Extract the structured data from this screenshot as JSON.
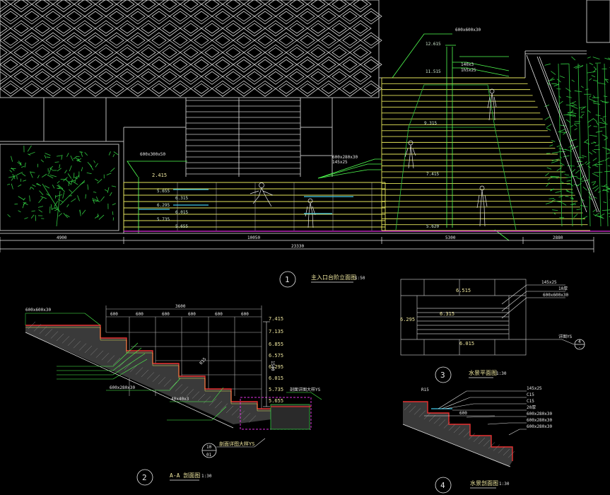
{
  "view1": {
    "title": "主入口台阶立面图",
    "scale": "1:50",
    "number": "1",
    "dims": [
      "4900",
      "10050",
      "5300",
      "2880"
    ],
    "total": "23330",
    "elevations": [
      "2.415",
      "5.655",
      "6.315",
      "6.295",
      "6.015",
      "5.735",
      "5.655",
      "12.615",
      "11.515",
      "9.315",
      "7.415",
      "5.620"
    ],
    "notes": [
      "600x600x30",
      "600x300x50",
      "600x280x30",
      "145x25",
      "1h5x25",
      "140x3"
    ]
  },
  "view2": {
    "title": "A-A 剖面图",
    "scale": "1:30",
    "number": "2",
    "top_dim": "3600",
    "step_dims": [
      "600",
      "600",
      "600",
      "600",
      "600",
      "600"
    ],
    "elevations": [
      "7.415",
      "7.135",
      "6.855",
      "6.575",
      "6.295",
      "6.015",
      "5.735",
      "5.655"
    ],
    "side_dim": "1540",
    "notes": [
      "600x600x30",
      "600x280x30",
      "40x40x3",
      "R15"
    ],
    "callout_label": "剖面详图大样YS",
    "callout_top": "10",
    "callout_bottom": "01"
  },
  "view3": {
    "title": "水景平面图",
    "scale": "1:30",
    "number": "3",
    "elevations": [
      "6.515",
      "6.315",
      "6.295",
      "6.015"
    ],
    "notes": [
      "145x25",
      "10厚",
      "600x600x30"
    ],
    "callout_label": "详图YS",
    "callout_top": "4",
    "callout_bottom": "-"
  },
  "view4": {
    "title": "水景剖面图",
    "scale": "1:30",
    "number": "4",
    "notes": [
      "145x25",
      "C15",
      "C15",
      "20厚",
      "600x280x30",
      "600x280x30",
      "600x280x30"
    ],
    "dim": "600",
    "radius": "R15"
  },
  "colors": {
    "line": "#e8e8e8",
    "grid": "#b8b8b8",
    "step": "#e4e45a",
    "green": "#30c840",
    "cyan": "#40c8e8",
    "magenta": "#e030e0",
    "red": "#e83030",
    "bright_green": "#50ff50"
  }
}
